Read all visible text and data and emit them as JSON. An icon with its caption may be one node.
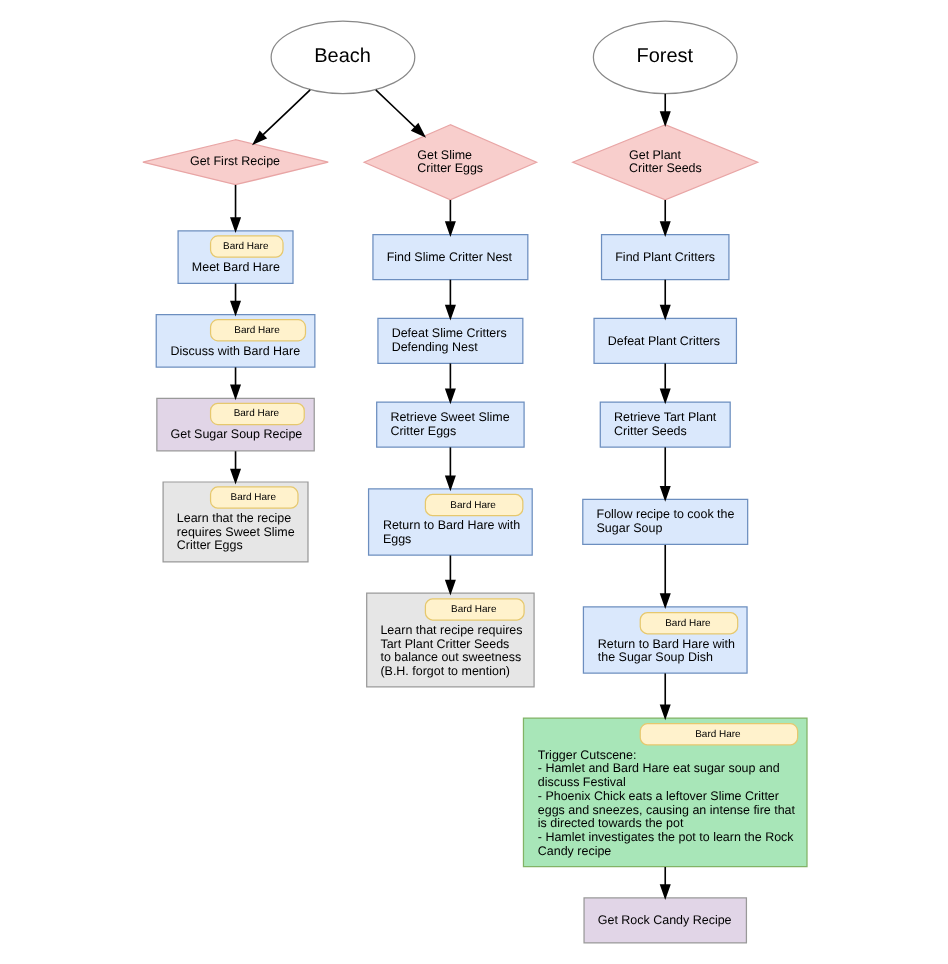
{
  "diagram": {
    "nodes": [
      {
        "text": [
          "Beach"
        ]
      },
      {
        "text": [
          "Get First Recipe"
        ]
      },
      {
        "text": [
          "Get Slime Critter Eggs"
        ]
      },
      {
        "text": [
          "Bard Hare",
          "Meet Bard Hare"
        ]
      },
      {
        "text": [
          "Bard Hare",
          "Discuss with Bard Hare"
        ]
      },
      {
        "text": [
          "Bard Hare",
          "Get Sugar Soup Recipe"
        ]
      },
      {
        "text": [
          "Bard Hare",
          "Learn that the recipe requires Sweet Slime Critter Eggs"
        ]
      },
      {
        "text": [
          "Find Slime Critter Nest"
        ]
      },
      {
        "text": [
          "Defeat Slime Critters Defending Nest"
        ]
      },
      {
        "text": [
          "Retrieve Sweet Slime Critter Eggs"
        ]
      },
      {
        "text": [
          "Bard Hare",
          "Return to Bard Hare with Eggs"
        ]
      },
      {
        "text": [
          "Bard Hare",
          "Learn that recipe requires Tart Plant Critter Seeds to balance out sweetness (B.H. forgot to mention)"
        ]
      },
      {
        "text": [
          "Forest"
        ]
      },
      {
        "text": [
          "Get Plant Critter Seeds"
        ]
      },
      {
        "text": [
          "Find Plant Critters"
        ]
      },
      {
        "text": [
          "Defeat Plant Critters"
        ]
      },
      {
        "text": [
          "Retrieve Tart Plant Critter Seeds"
        ]
      },
      {
        "text": [
          "Follow recipe to cook the Sugar Soup"
        ]
      },
      {
        "text": [
          "Bard Hare",
          "Return to Bard Hare with the Sugar Soup Dish"
        ]
      },
      {
        "text": [
          "Bard Hare",
          "Trigger Cutscene:",
          "- Hamlet and Bard Hare eat sugar soup and discuss Festival",
          "- Phoenix Chick eats a leftover Slime Critter eggs and sneezes, causing an intense fire that is directed towards the pot",
          "- Hamlet investigates the pot to learn the Rock Candy recipe"
        ]
      },
      {
        "text": [
          "Get Rock Candy Recipe"
        ]
      }
    ],
    "edges": [
      {
        "from": 0,
        "to": 1,
        "arrow": "to"
      },
      {
        "from": 0,
        "to": 2,
        "arrow": "to"
      },
      {
        "from": 1,
        "to": 3,
        "arrow": "to"
      },
      {
        "from": 3,
        "to": 4,
        "arrow": "to"
      },
      {
        "from": 4,
        "to": 5,
        "arrow": "to"
      },
      {
        "from": 5,
        "to": 6,
        "arrow": "to"
      },
      {
        "from": 2,
        "to": 7,
        "arrow": "to"
      },
      {
        "from": 7,
        "to": 8,
        "arrow": "to"
      },
      {
        "from": 8,
        "to": 9,
        "arrow": "to"
      },
      {
        "from": 9,
        "to": 10,
        "arrow": "to"
      },
      {
        "from": 10,
        "to": 11,
        "arrow": "to"
      },
      {
        "from": 12,
        "to": 13,
        "arrow": "to"
      },
      {
        "from": 13,
        "to": 14,
        "arrow": "to"
      },
      {
        "from": 14,
        "to": 15,
        "arrow": "to"
      },
      {
        "from": 15,
        "to": 16,
        "arrow": "to"
      },
      {
        "from": 16,
        "to": 17,
        "arrow": "to"
      },
      {
        "from": 17,
        "to": 18,
        "arrow": "to"
      },
      {
        "from": 18,
        "to": 19,
        "arrow": "to"
      },
      {
        "from": 19,
        "to": 20,
        "arrow": "to"
      }
    ]
  }
}
